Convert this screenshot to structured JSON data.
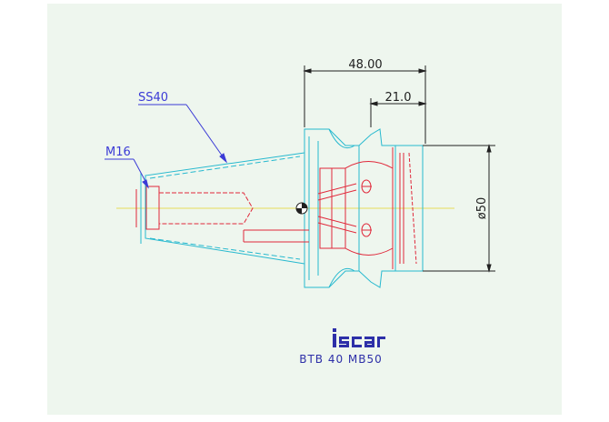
{
  "drawing": {
    "dimensions": {
      "overall_length": "48.00",
      "flange_length": "21.0",
      "diameter": "ø50"
    },
    "callouts": {
      "taper": "SS40",
      "thread": "M16"
    },
    "logo_text": "iscar",
    "caption": "BTB 40 MB50"
  },
  "colors": {
    "sheet": "#eef6ee",
    "outline": "#27b9cf",
    "hidden_detail": "#e0283a",
    "centerline": "#e7dc5a",
    "dimension": "#202020",
    "callout": "#3b3bd6",
    "logo": "#2d2fa8"
  }
}
